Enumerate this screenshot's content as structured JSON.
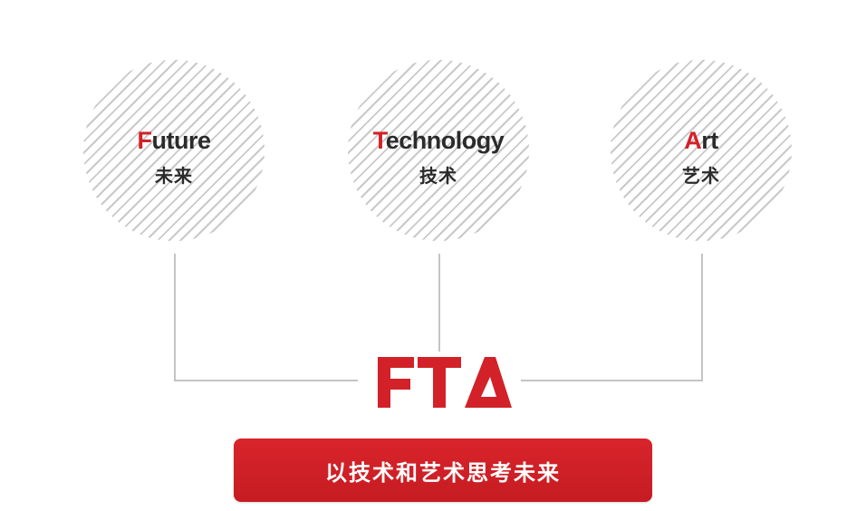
{
  "circles": [
    {
      "first_letter": "F",
      "rest": "uture",
      "zh": "未来"
    },
    {
      "first_letter": "T",
      "rest": "echnology",
      "zh": "技术"
    },
    {
      "first_letter": "A",
      "rest": "rt",
      "zh": "艺术"
    }
  ],
  "logo": {
    "text": "FTA",
    "color": "#d22128"
  },
  "banner": {
    "text": "以技术和艺术思考未来",
    "color": "#d22128"
  },
  "colors": {
    "accent": "#d22128",
    "text": "#2b2b2b",
    "line": "#c4c4c4",
    "hatch": "#c9c9c9"
  }
}
